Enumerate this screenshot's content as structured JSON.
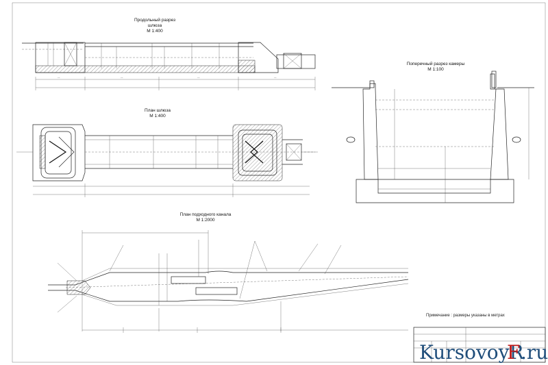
{
  "sections": {
    "longitudinal": {
      "title": "Продольный разрез",
      "subtitle": "шлюза",
      "scale": "М 1:400"
    },
    "plan": {
      "title": "План шлюза",
      "scale": "М 1:400"
    },
    "cross": {
      "title": "Поперечный разрез камеры",
      "scale": "М 1:100"
    },
    "canal": {
      "title": "План подходного канала",
      "scale": "М 1:2000"
    }
  },
  "note": "Примечание : размеры указаны в метрах",
  "watermark": {
    "part1": "KursovoyR",
    "part2": "F",
    "part3": ".ru"
  },
  "icons": {
    "stamp": "title-block-stamp"
  }
}
